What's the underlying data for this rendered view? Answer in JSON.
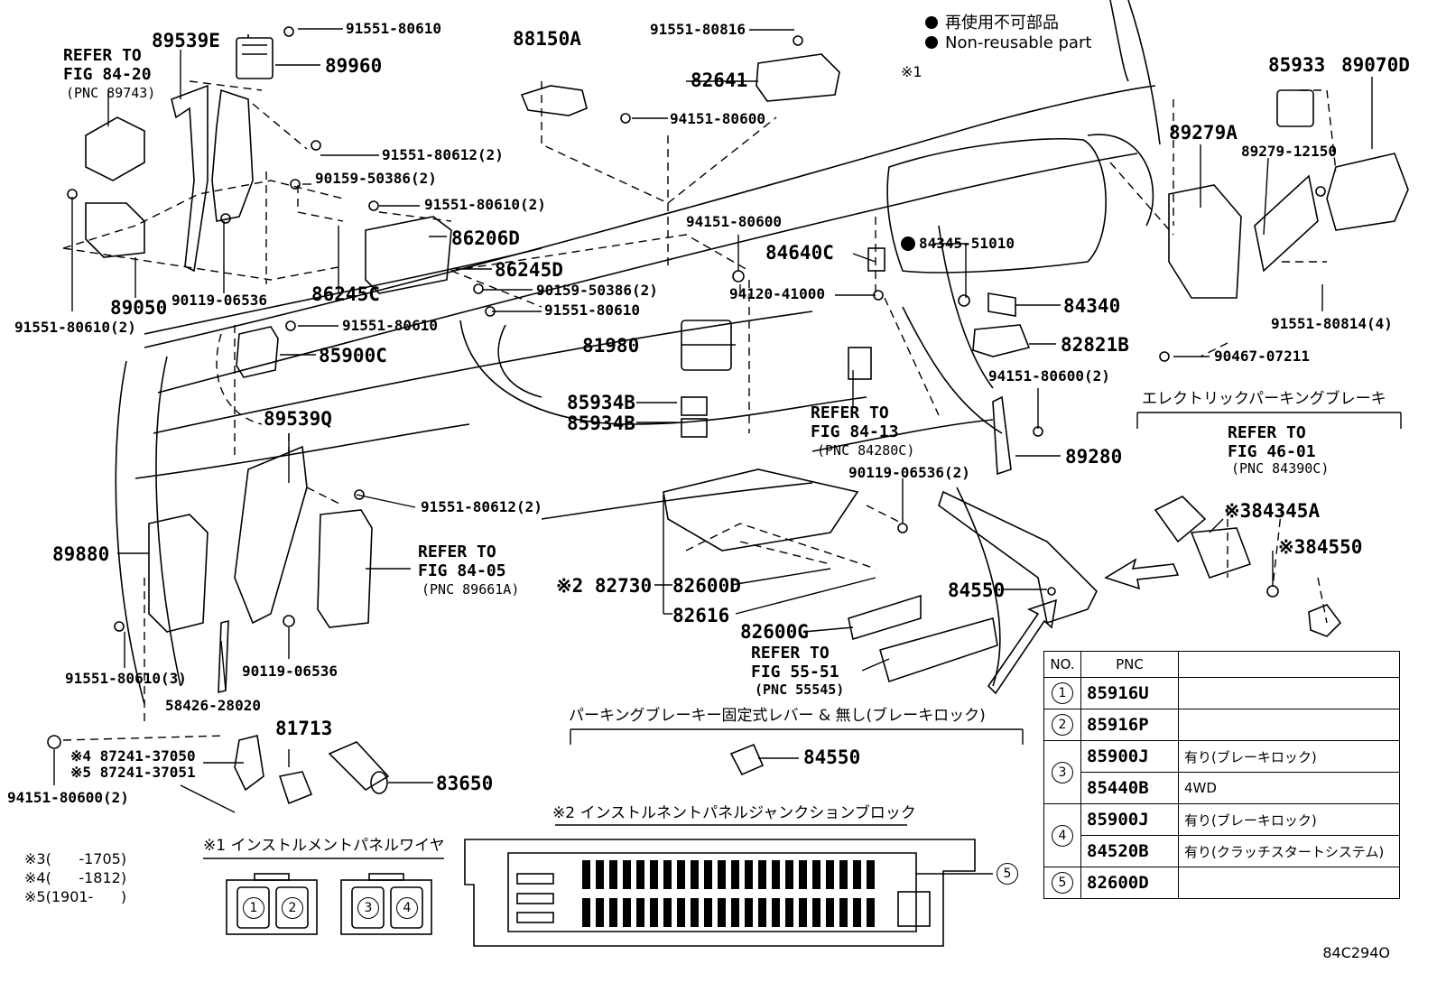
{
  "legend": {
    "jp": "再使用不可部品",
    "en": "Non-reusable part"
  },
  "diagram_code": "84C294O",
  "labels": {
    "l89539E": "89539E",
    "l91551_80610_a": "91551-80610",
    "refer_fig8420": "REFER TO\nFIG 84-20",
    "pnc89743": "(PNC 89743)",
    "l89960": "89960",
    "l88150A": "88150A",
    "l91551_80816": "91551-80816",
    "l82641": "82641",
    "l94151_80600_a": "94151-80600",
    "l91551_80612_2a": "91551-80612(2)",
    "l90159_50386_2a": "90159-50386(2)",
    "l91551_80610_2a": "91551-80610(2)",
    "l86206D": "86206D",
    "l86245D": "86245D",
    "l89050": "89050",
    "l90119_06536_a": "90119-06536",
    "l86245C": "86245C",
    "l90159_50386_2b": "90159-50386(2)",
    "l91551_80610_b": "91551-80610",
    "l91551_80610_2b": "91551-80610(2)",
    "l91551_80610_c": "91551-80610",
    "l85900C": "85900C",
    "note1_mark": "※1",
    "l94151_80600_b": "94151-80600",
    "l84640C": "84640C",
    "l84345_51010": "84345-51010",
    "l94120_41000": "94120-41000",
    "l81980": "81980",
    "l85934B_a": "85934B",
    "l85934B_b": "85934B",
    "refer_fig8413": "REFER TO\nFIG 84-13",
    "pnc84280C": "(PNC 84280C)",
    "l84340": "84340",
    "l82821B": "82821B",
    "l94151_80600_2": "94151-80600(2)",
    "l89280": "89280",
    "l85933": "85933",
    "l89070D": "89070D",
    "l89279A": "89279A",
    "l89279_12150": "89279-12150",
    "l91551_80814_4": "91551-80814(4)",
    "l90467_07211": "90467-07211",
    "epb_title": "エレクトリックパーキングブレーキ",
    "refer_fig4601": "REFER TO\nFIG 46-01",
    "pnc84390C": "(PNC 84390C)",
    "l84345A": "※384345A",
    "l84550_a": "※384550",
    "l89539Q": "89539Q",
    "l91551_80612_2b": "91551-80612(2)",
    "l90119_06536_2": "90119-06536(2)",
    "l89880": "89880",
    "refer_fig8405": "REFER TO\nFIG 84-05",
    "pnc89661A": "(PNC 89661A)",
    "l82730": "※2 82730",
    "l82600D": "82600D",
    "l82616": "82616",
    "l84550_b": "84550",
    "l82600G": "82600G",
    "refer_fig5551": "REFER TO\nFIG 55-51",
    "pnc55545": "(PNC 55545)",
    "l91551_80610_3": "91551-80610(3)",
    "l90119_06536_b": "90119-06536",
    "l58426_28020": "58426-28020",
    "l81713": "81713",
    "l87241_37050": "※4 87241-37050",
    "l87241_37051": "※5 87241-37051",
    "l83650": "83650",
    "l94151_80600_2b": "94151-80600(2)",
    "pb_title": "パーキングブレーキー固定式レバー & 無し(ブレーキロック)",
    "l84550_c": "84550",
    "jb_title": "※2 インストルネントパネルジャンクションブロック",
    "wire_title": "※1 インストルメントパネルワイヤ",
    "note3": "※3(      -1705)",
    "note4": "※4(      -1812)",
    "note5": "※5(1901-      )",
    "c1": "1",
    "c2": "2",
    "c3": "3",
    "c4": "4",
    "c5": "5"
  },
  "table": {
    "headers": {
      "no": "NO.",
      "pnc": "PNC",
      "desc": ""
    },
    "rows": [
      {
        "no": "1",
        "pnc": "85916U",
        "desc": ""
      },
      {
        "no": "2",
        "pnc": "85916P",
        "desc": ""
      },
      {
        "no": "3",
        "pnc": "85900J",
        "desc": "有り(ブレーキロック)"
      },
      {
        "no": "",
        "pnc": "85440B",
        "desc": "4WD"
      },
      {
        "no": "4",
        "pnc": "85900J",
        "desc": "有り(ブレーキロック)"
      },
      {
        "no": "",
        "pnc": "84520B",
        "desc": "有り(クラッチスタートシステム)"
      },
      {
        "no": "5",
        "pnc": "82600D",
        "desc": ""
      }
    ]
  }
}
